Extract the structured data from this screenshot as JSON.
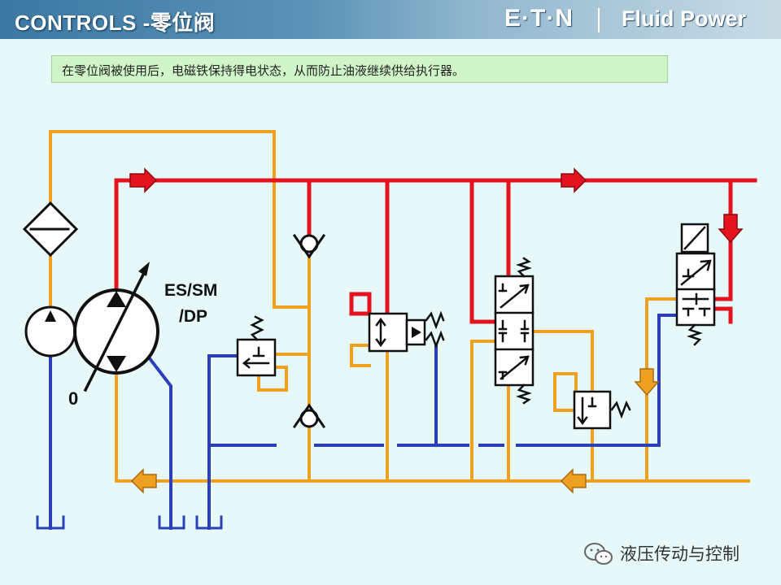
{
  "header": {
    "title": "CONTROLS -零位阀",
    "logo": "E·T·N",
    "product": "Fluid Power"
  },
  "note": {
    "text": "在零位阀被使用后，电磁铁保持得电状态，从而防止油液继续供给执行器。"
  },
  "labels": {
    "pump_control": "ES/SM",
    "pump_control_2": "/DP",
    "zero": "0"
  },
  "watermark": {
    "text": "液压传动与控制",
    "icon": "wechat-icon"
  },
  "colors": {
    "pressure": "#e3141f",
    "pilot": "#f0a020",
    "drain": "#2a3fb8",
    "background": "#e6f8f8",
    "note_bg": "#d0f5c8"
  }
}
